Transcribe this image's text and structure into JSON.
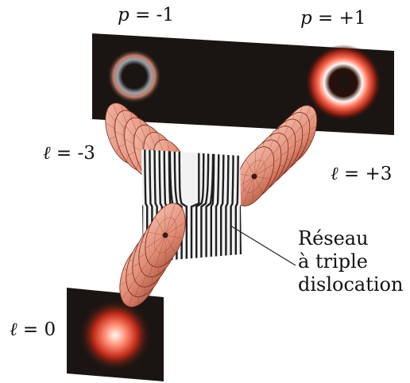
{
  "labels": {
    "p_minus": {
      "symbol": "p",
      "value": " = -1"
    },
    "p_plus": {
      "symbol": "p",
      "value": " = +1"
    },
    "l_minus": {
      "symbol": "ℓ",
      "value": " = -3"
    },
    "l_plus": {
      "symbol": "ℓ",
      "value": " = +3"
    },
    "l_zero": {
      "symbol": "ℓ",
      "value": " = 0"
    }
  },
  "grating_label": {
    "line1": "Réseau",
    "line2": "à triple",
    "line3": "dislocation"
  },
  "colors": {
    "screen_bg": "#1a1512",
    "beam_core": "#fff5f0",
    "beam_mid": "#e8402a",
    "beam_dim": "#8a8f96",
    "helix_fill": "#e8907a",
    "helix_edge": "#7a2c1a",
    "grating_dark": "#1e1e1e",
    "grating_light": "#f2f2f2"
  }
}
